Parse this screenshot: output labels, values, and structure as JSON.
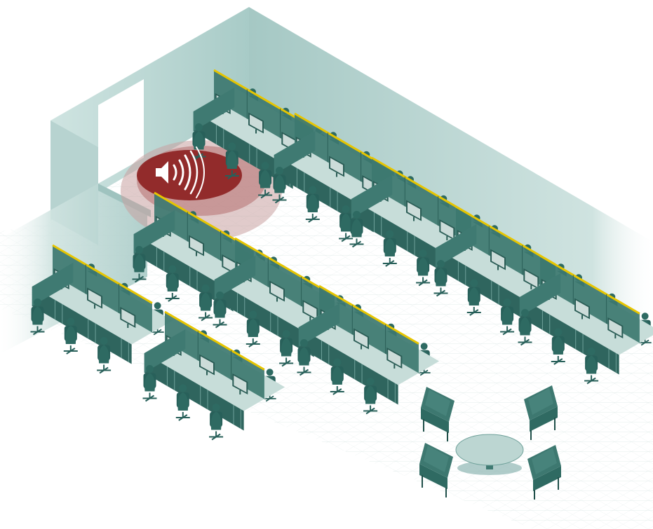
{
  "scene": {
    "kind": "isometric-open-office",
    "icons": [
      "speaker-icon",
      "sound-waves-icon"
    ],
    "colors": {
      "wall_light": "#d9ecea",
      "wall_mid": "#b5d3d0",
      "wall_dark": "#8fb7b3",
      "floor": "#ffffff",
      "floor_grid": "#d6e4e2",
      "desk_top": "#c7ddd9",
      "desk_side": "#3f7a72",
      "desk_front": "#2f655e",
      "partition": "#3d7870",
      "partition_edge": "#e7c500",
      "monitor": "#2a5c55",
      "monitor_screen": "#e9f2f1",
      "person": "#2e6a62",
      "chair": "#28605a",
      "table_top": "#bcd6d2",
      "noise_outer": "#b98c8c",
      "noise_inner": "#8f1f1f",
      "speaker": "#ffffff"
    },
    "workstation_groups": 10,
    "lounge_chairs": 4,
    "round_tables": 1,
    "noise_source": "speaker-icon"
  }
}
